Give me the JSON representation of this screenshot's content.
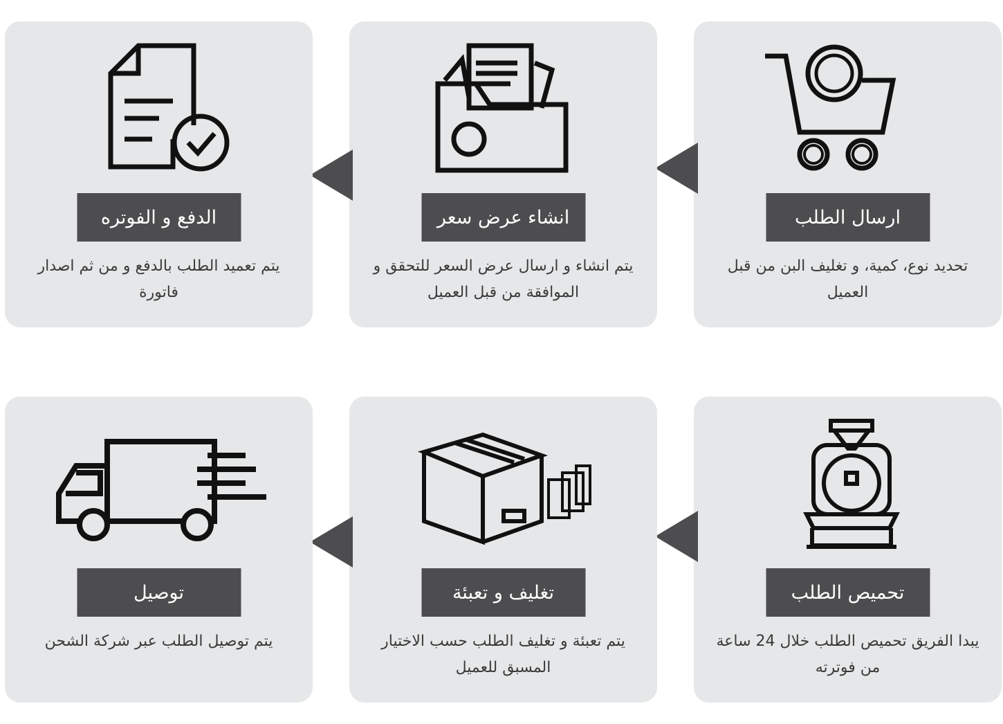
{
  "steps": [
    {
      "title": "ارسال الطلب",
      "desc": "تحديد نوع، كمية، و تغليف البن من قبل العميل",
      "icon": "cart-whatsapp-icon"
    },
    {
      "title": "انشاء عرض سعر",
      "desc": "يتم انشاء و ارسال عرض السعر للتحقق و الموافقة من قبل العميل",
      "icon": "folder-documents-icon"
    },
    {
      "title": "الدفع و الفوتره",
      "desc": "يتم تعميد الطلب بالدفع و من ثم اصدار فاتورة",
      "icon": "invoice-check-icon"
    },
    {
      "title": "تحميص الطلب",
      "desc": "يبدا الفريق تحميص الطلب خلال 24 ساعة من فوترته",
      "icon": "roaster-machine-icon"
    },
    {
      "title": "تغليف و تعبئة",
      "desc": "يتم تعبئة و تغليف الطلب حسب الاختيار المسبق للعميل",
      "icon": "box-packages-icon"
    },
    {
      "title": "توصيل",
      "desc": "يتم توصيل الطلب عبر شركة الشحن",
      "icon": "delivery-truck-icon"
    }
  ],
  "colors": {
    "card": "#e6e7e8",
    "label": "#4d4d4f",
    "arrow": "#4d4d4f"
  }
}
